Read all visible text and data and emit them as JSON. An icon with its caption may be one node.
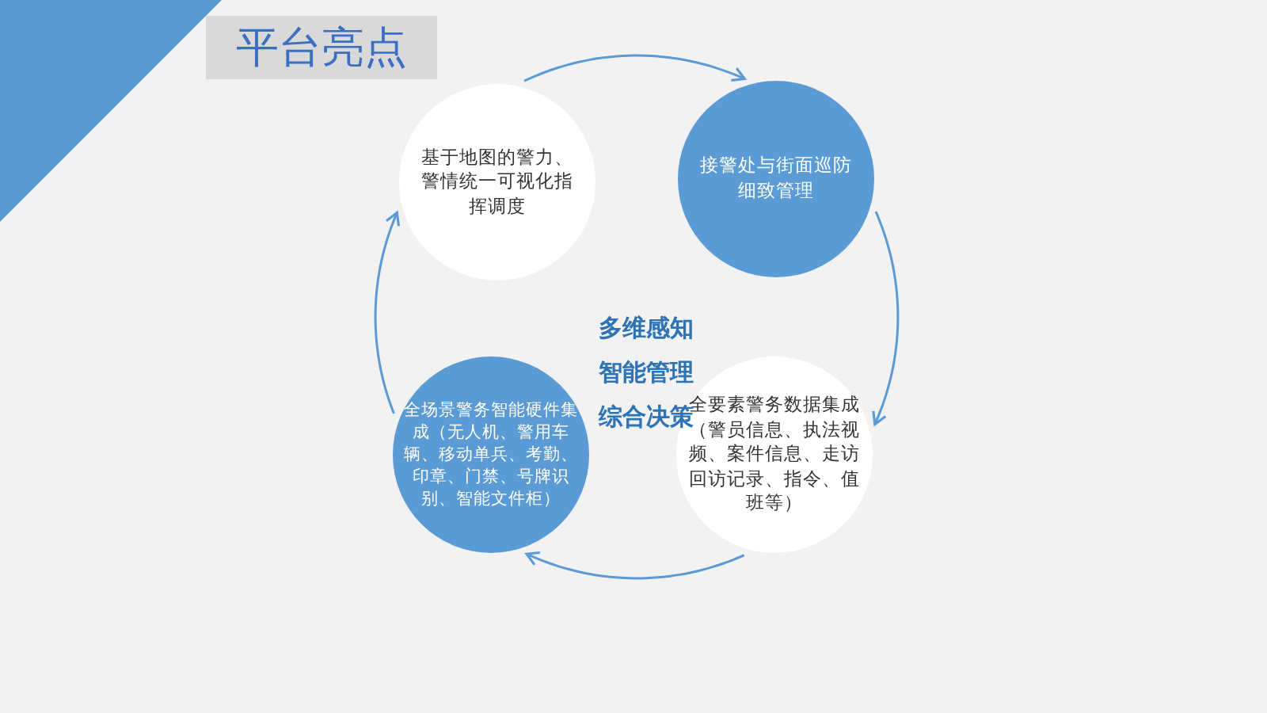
{
  "diagram": {
    "title": "平台亮点",
    "nodes": [
      {
        "text": [
          "基于地图的警力、警情统一可视化指挥调度"
        ]
      },
      {
        "text": [
          "接警处与街面巡防细致管理"
        ]
      },
      {
        "text": [
          "全要素警务数据集成（警员信息、执法视频、案件信息、走访回访记录、指令、值班等）"
        ]
      },
      {
        "text": [
          "全场景警务智能硬件集成（无人机、警用车辆、移动单兵、考勤、印章、门禁、号牌识别、智能文件柜）"
        ]
      }
    ],
    "edges": [
      {
        "from": 0,
        "to": 1,
        "arrow": "to"
      },
      {
        "from": 1,
        "to": 2,
        "arrow": "to"
      },
      {
        "from": 2,
        "to": 3,
        "arrow": "to"
      },
      {
        "from": 3,
        "to": 0,
        "arrow": "to"
      }
    ],
    "labels": [
      "多维感知",
      "智能管理",
      "综合决策"
    ]
  }
}
